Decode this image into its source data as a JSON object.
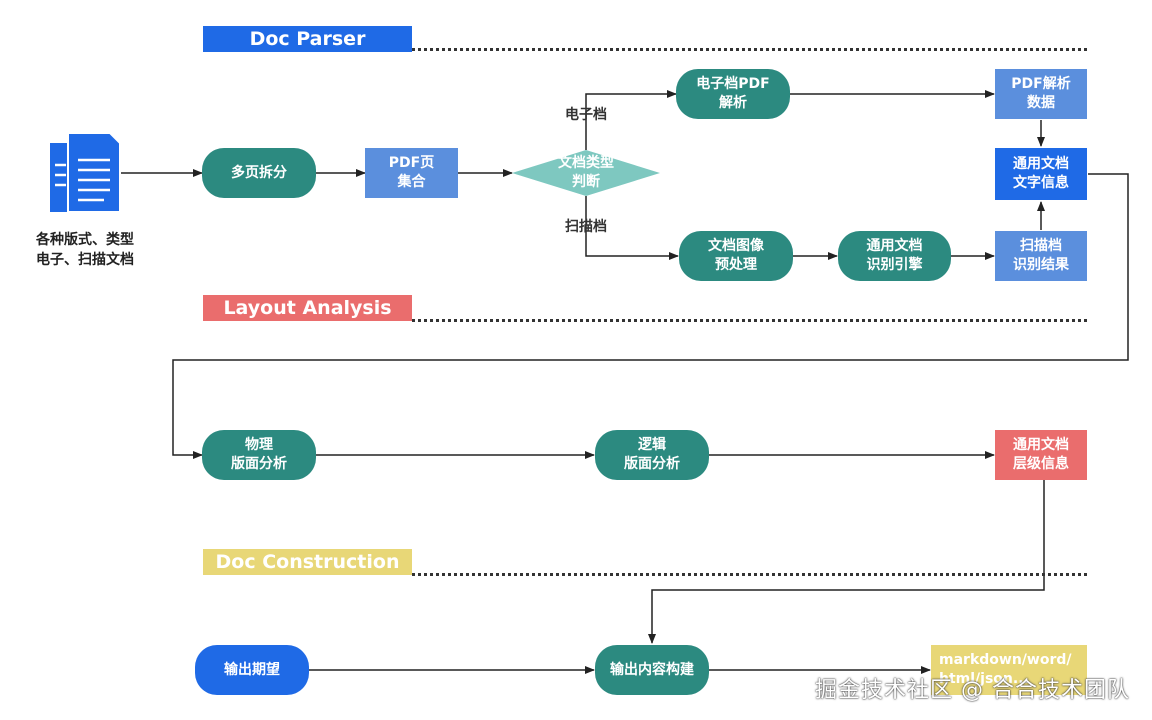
{
  "sections": {
    "doc_parser": {
      "label": "Doc Parser",
      "color": "#1f6ae6"
    },
    "layout_analysis": {
      "label": "Layout Analysis",
      "color": "#ea6d6d"
    },
    "doc_construction": {
      "label": "Doc Construction",
      "color": "#e8d777"
    }
  },
  "source": {
    "label": "各种版式、类型\n电子、扫描文档",
    "icon": "documents-icon"
  },
  "nodes": {
    "split": "多页拆分",
    "pdf_collect": "PDF页\n集合",
    "doc_type": "文档类型\n判断",
    "electronic_parse": "电子档PDF\n解析",
    "pdf_data": "PDF解析\n数据",
    "image_preprocess": "文档图像\n预处理",
    "ocr_engine": "通用文档\n识别引擎",
    "scan_result": "扫描档\n识别结果",
    "text_info": "通用文档\n文字信息",
    "physical_layout": "物理\n版面分析",
    "logical_layout": "逻辑\n版面分析",
    "hierarchy_info": "通用文档\n层级信息",
    "output_expectation": "输出期望",
    "output_build": "输出内容构建",
    "output_format": "markdown/word/\nhtml/json..."
  },
  "edge_labels": {
    "electronic": "电子档",
    "scanned": "扫描档"
  },
  "watermark": "掘金技术社区 @ 合合技术团队",
  "colors": {
    "teal": "#2c8a80",
    "light_blue": "#5b8fdd",
    "blue": "#1f6ae6",
    "red": "#ea6d6d",
    "yellow": "#e8d777",
    "diamond": "#7ec8c0"
  }
}
